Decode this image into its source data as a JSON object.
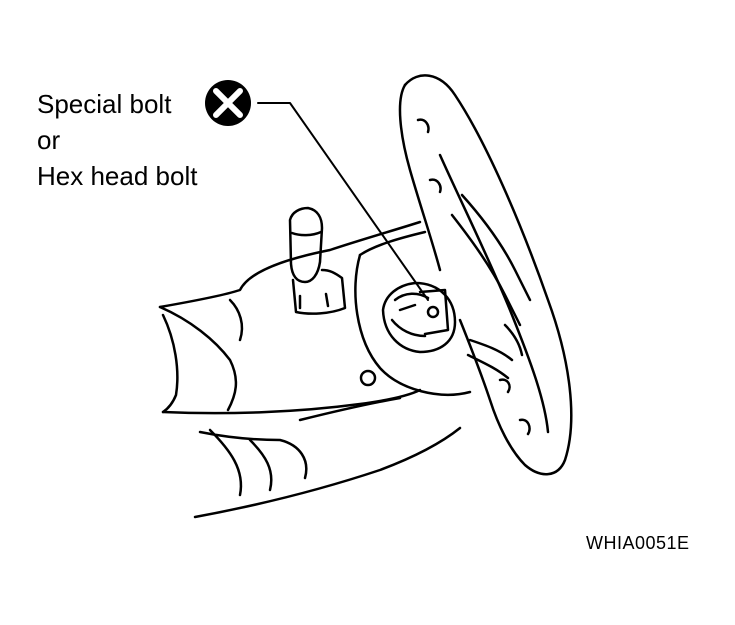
{
  "labels": {
    "line1": "Special bolt",
    "line2": "or",
    "line3": "Hex head bolt"
  },
  "symbol": "x-circle-icon",
  "figure_code": "WHIA0051E",
  "colors": {
    "ink": "#000000",
    "paper": "#ffffff"
  }
}
